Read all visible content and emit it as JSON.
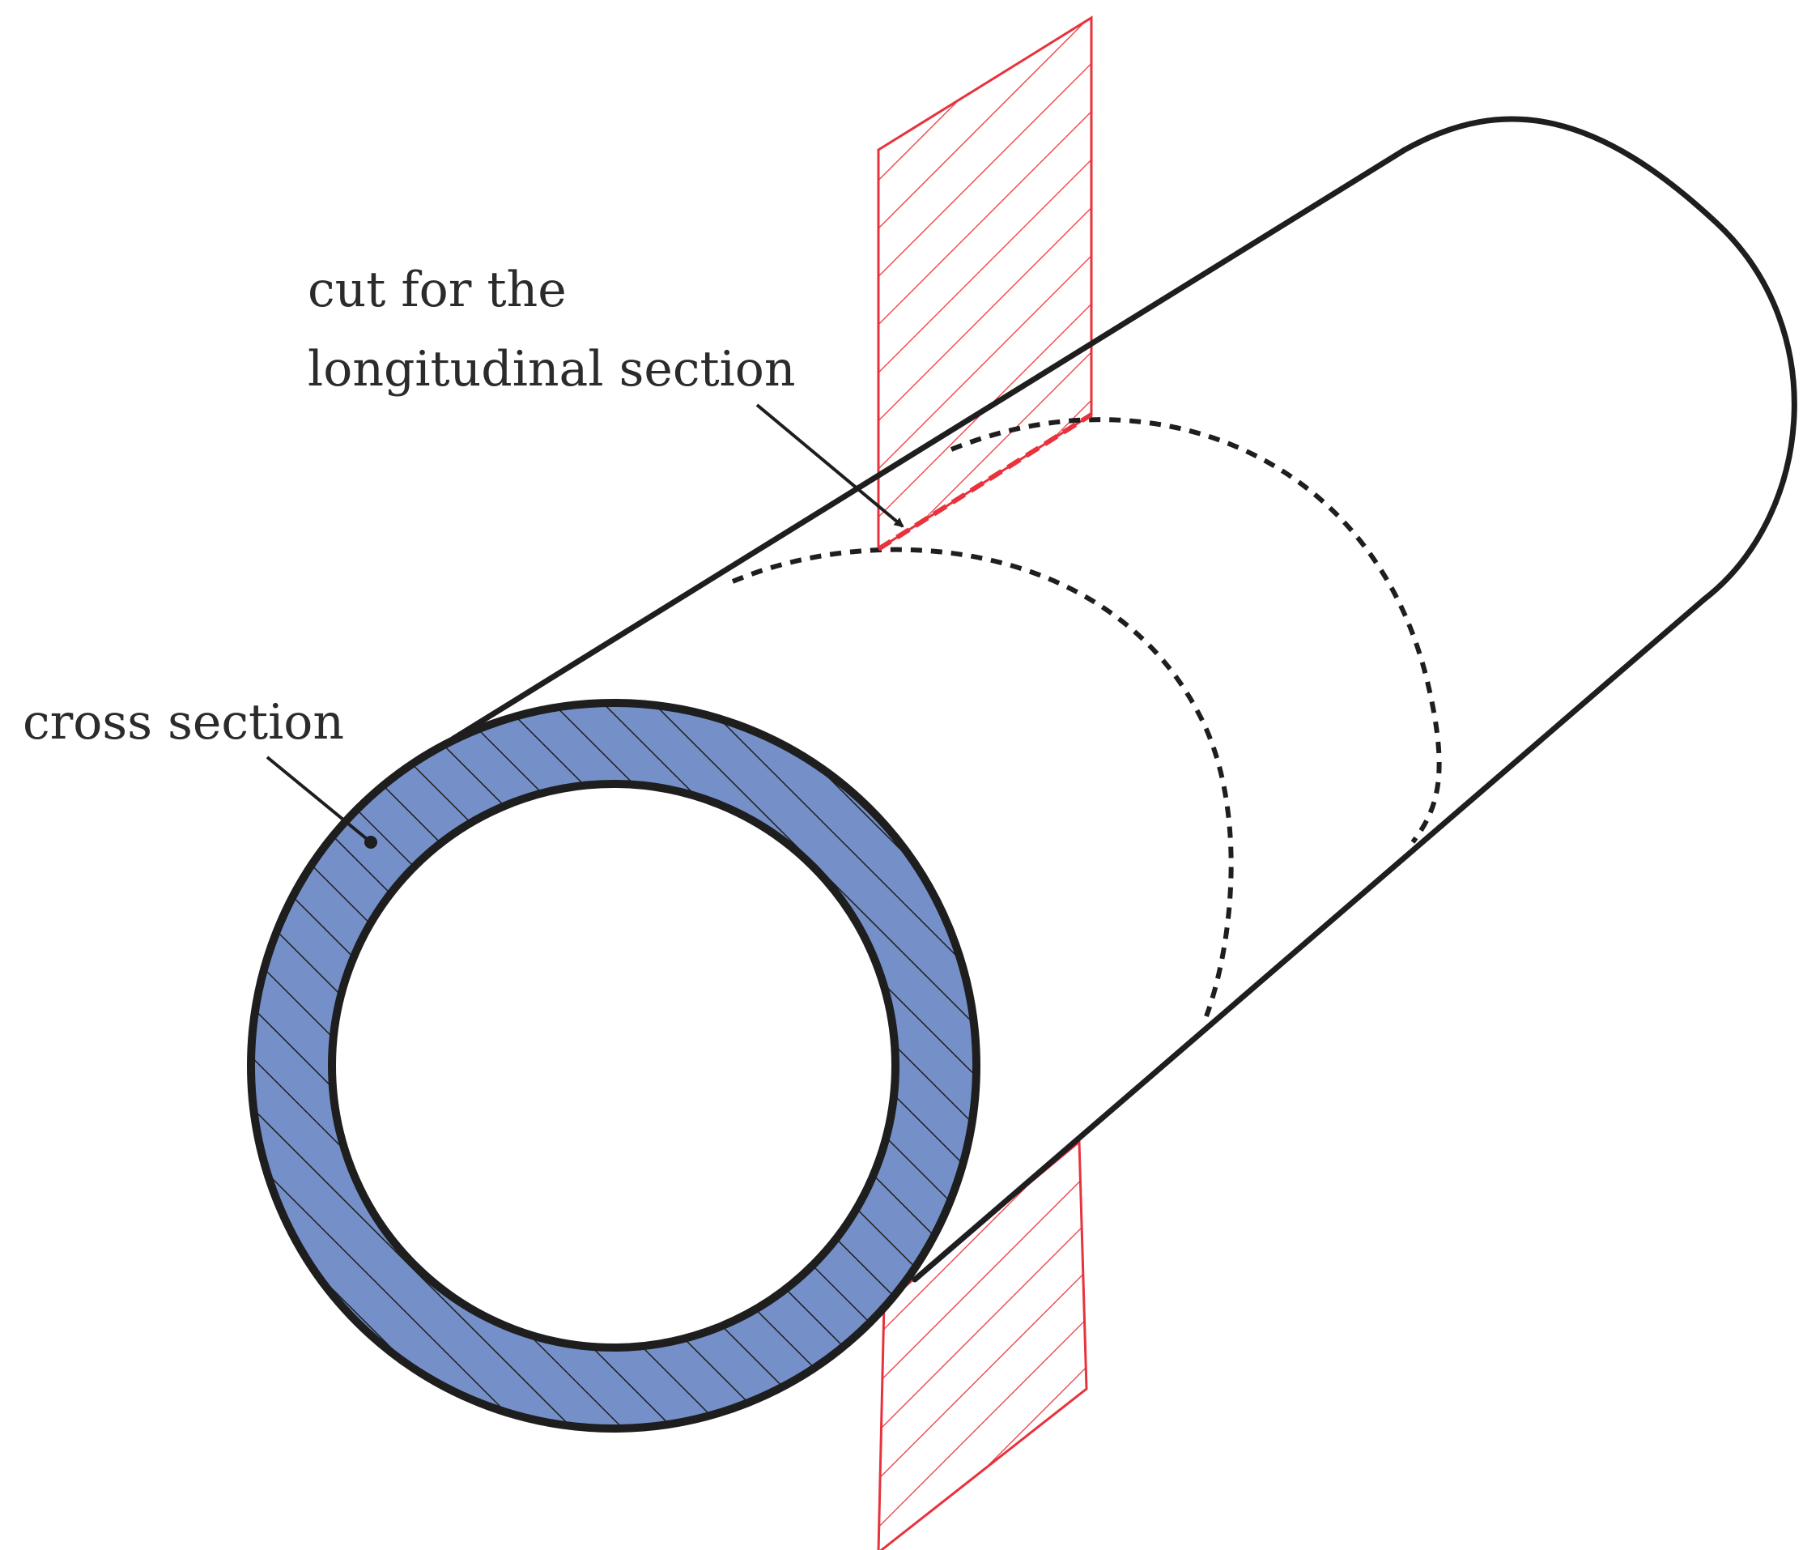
{
  "labels": {
    "longitudinal_line1": "cut for the",
    "longitudinal_line2": "longitudinal section",
    "cross": "cross section"
  },
  "colors": {
    "outline": "#1e1e1e",
    "cut_plane": "#e8323c",
    "cross_section_fill": "#7590c8",
    "background": "#ffffff"
  }
}
